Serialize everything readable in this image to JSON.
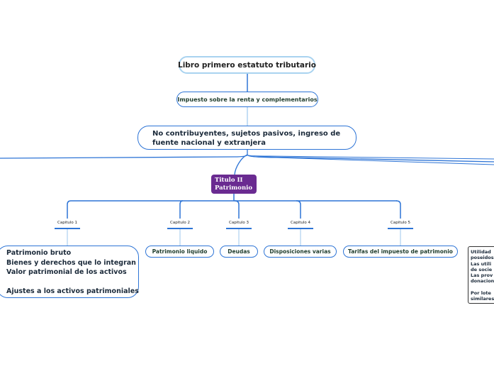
{
  "root": {
    "label": "Libro primero estatuto tributario"
  },
  "level1": {
    "label": "Impuesto sobre la renta y complementarios"
  },
  "level2": {
    "label": "No contribuyentes, sujetos pasivos, ingreso de fuente nacional y extranjera"
  },
  "titulo": {
    "line1": "Titulo II",
    "line2": "Patrimonio"
  },
  "chapters": [
    {
      "label": "Capitulo 1",
      "child": ""
    },
    {
      "label": "Capitulo 2",
      "child": "Patrimonio liquido"
    },
    {
      "label": "Capitulo 3",
      "child": "Deudas"
    },
    {
      "label": "Capitulo 4",
      "child": "Disposiciones varias"
    },
    {
      "label": "Capitulo 5",
      "child": "Tarifas del impuesto de patrimonio"
    }
  ],
  "chapter1_node": {
    "lines": [
      "Patrimonio bruto",
      "Bienes y derechos que lo integran",
      "Valor patrimonial de los activos",
      "",
      "Ajustes a los activos patrimoniales"
    ]
  },
  "side_node": {
    "lines": [
      "Utilidad",
      "poseidos",
      "Las utili",
      "de socie",
      "Las prov",
      "donacion",
      "",
      "Por lote",
      "similares"
    ]
  },
  "colors": {
    "connector": "#2d74d6",
    "root_border": "#a9d3f0",
    "titulo_fill": "#6a2b91",
    "text": "#1f2d3d"
  }
}
